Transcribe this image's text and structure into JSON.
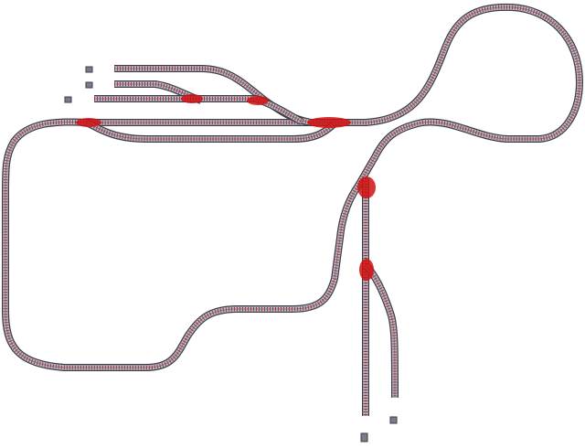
{
  "layout": {
    "type": "model railway track plan",
    "colors": {
      "background": "#ffffff",
      "rail_edge": "#3a3d4a",
      "rail_bed": "#b9bcc8",
      "ties": "#b01818",
      "turnout": "#d01010"
    },
    "turnout_count": 6,
    "bumper_count": 5
  }
}
